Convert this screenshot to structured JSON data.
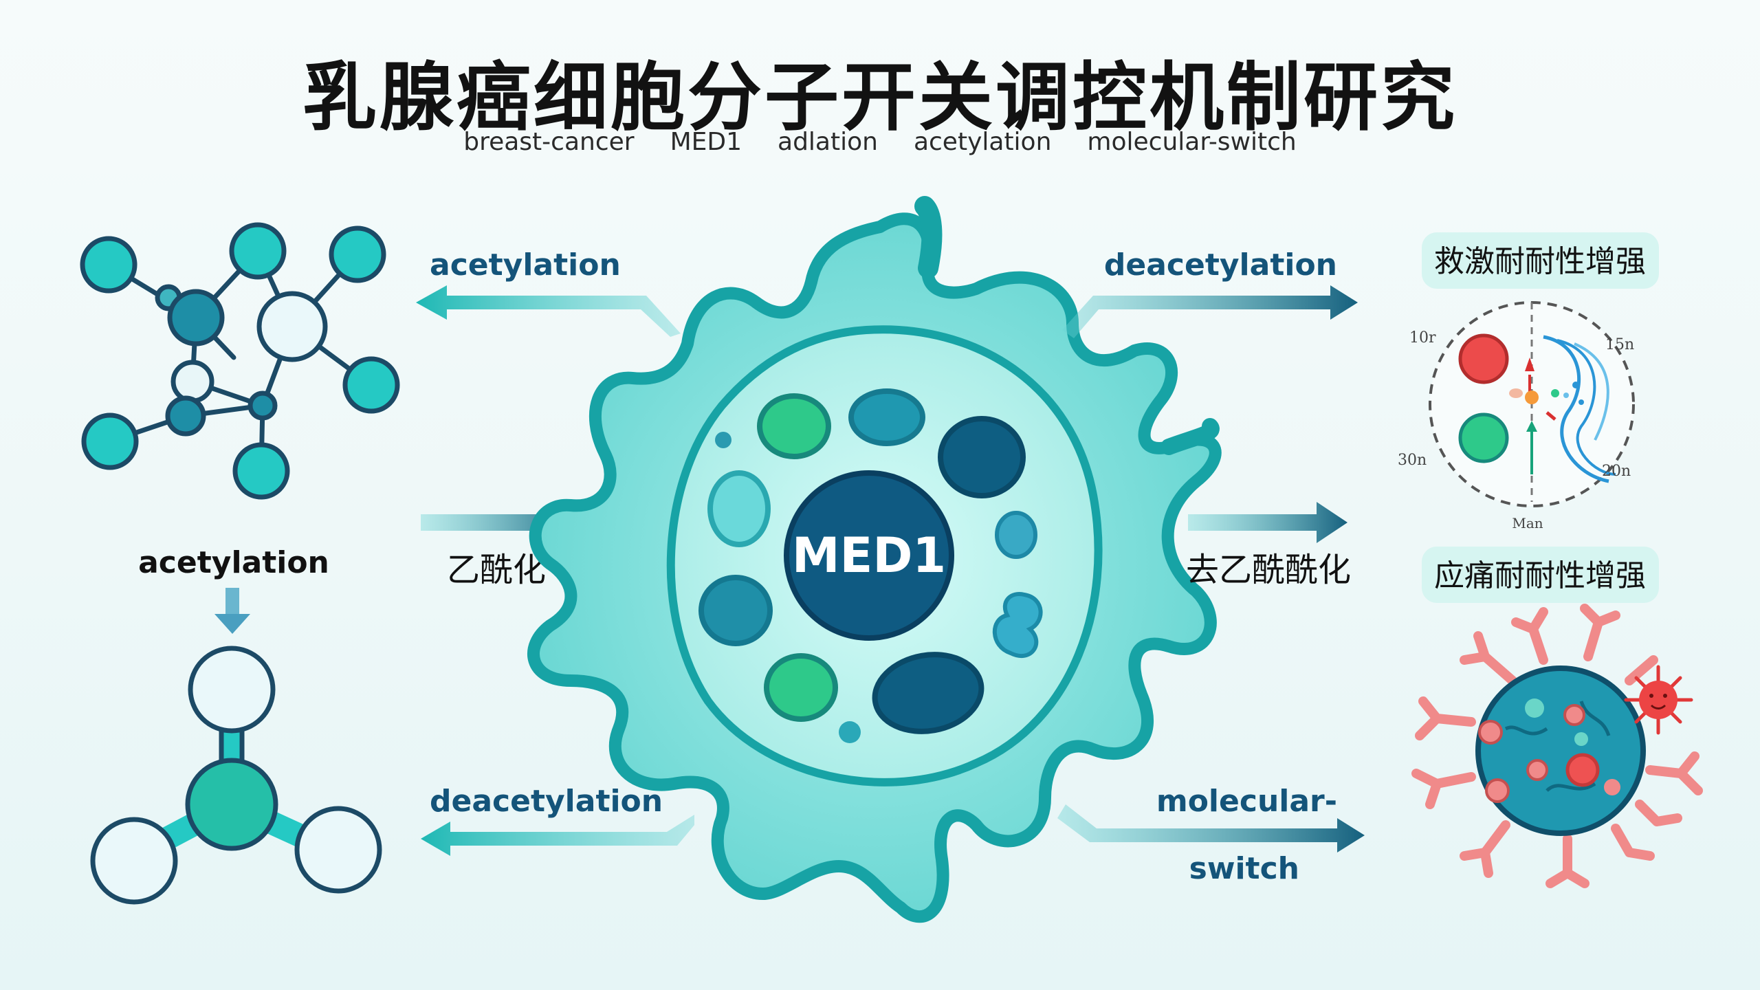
{
  "title": "乳腺癌细胞分子开关调控机制研究",
  "keywords": [
    "breast-cancer",
    "MED1",
    "adlation",
    "acetylation",
    "molecular-switch"
  ],
  "center_label": "MED1",
  "left": {
    "top_arrow_label": "acetylation",
    "mid_arrow_label": "乙酰化",
    "bottom_arrow_label": "deacetylation",
    "molecule_label": "acetylation"
  },
  "right": {
    "top_arrow_label": "deacetylation",
    "mid_arrow_label": "去乙酰酰化",
    "bottom_arrow_label_line1": "molecular-",
    "bottom_arrow_label_line2": "switch",
    "badge_top": "救激耐耐性增强",
    "badge_bottom": "应痛耐耐性增强",
    "dial_labels": {
      "top_left": "10r",
      "top_right": "15n",
      "left": "30n",
      "right": "20n",
      "bottom": "Man"
    }
  },
  "colors": {
    "teal": "#1fc2c0",
    "dark_teal": "#0e6a86",
    "navy": "#14587a",
    "green": "#2ec98a",
    "red": "#e84a4a",
    "pink": "#f08a8a"
  }
}
